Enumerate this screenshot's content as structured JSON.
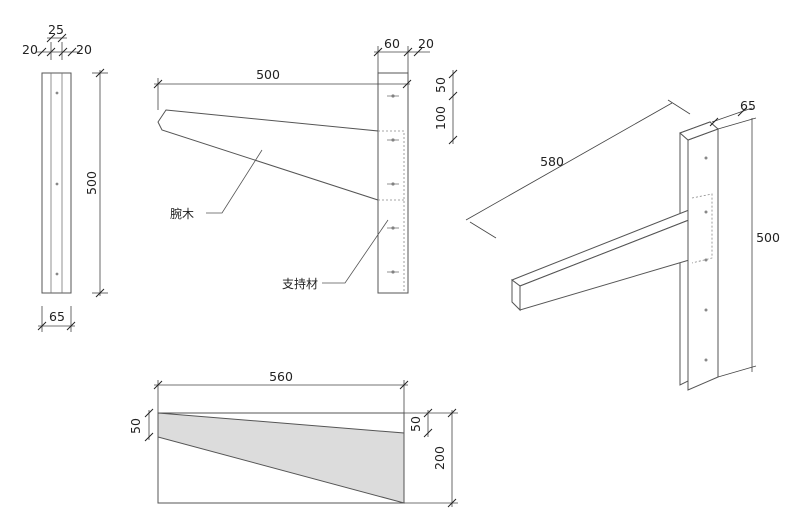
{
  "dimensions": {
    "front_top_mid": "25",
    "front_top_left": "20",
    "front_top_right": "20",
    "front_height": "500",
    "front_bottom": "65",
    "side_width": "500",
    "side_post_width": "60",
    "side_post_gap": "20",
    "side_top_50": "50",
    "side_top_100": "100",
    "plan_width": "560",
    "plan_left_50": "50",
    "plan_right_50": "50",
    "plan_right_200": "200",
    "iso_length": "580",
    "iso_depth": "65",
    "iso_height": "500"
  },
  "labels": {
    "arm": "腕木",
    "support": "支持材"
  }
}
